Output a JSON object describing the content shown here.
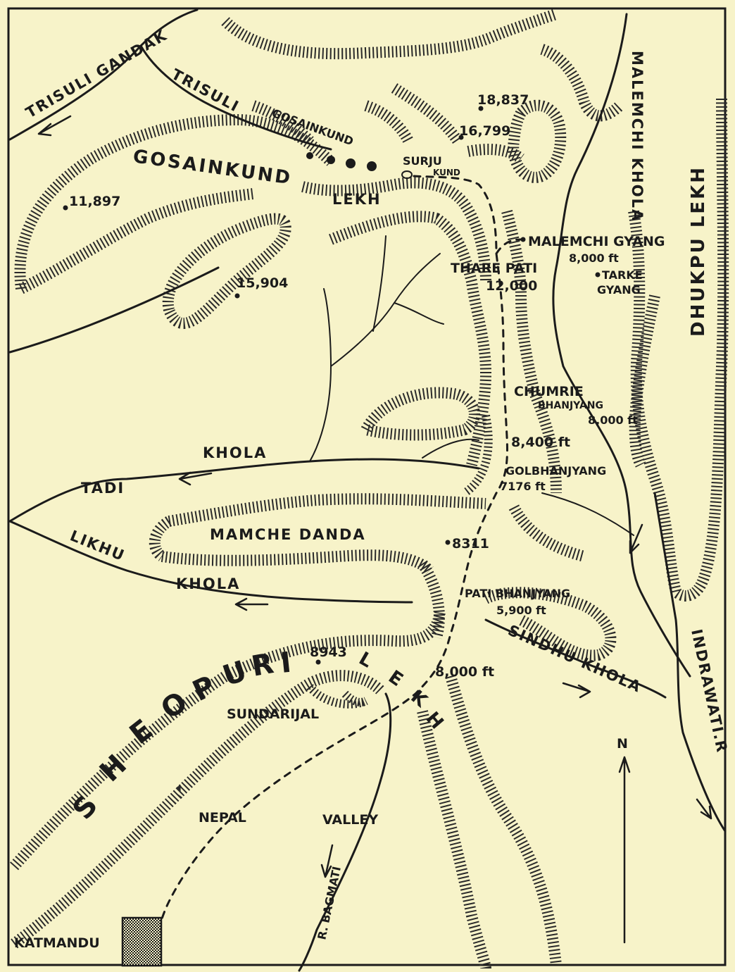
{
  "map": {
    "rivers": {
      "trisuli_gandak": "TRISULI GANDAK",
      "trisuli": "TRISULI",
      "malemchi_khola": "MALEMCHI KHOLA",
      "tadi": "TADI",
      "tadi_khola": "KHOLA",
      "likhu": "LIKHU",
      "likhu_khola": "KHOLA",
      "sindhu_khola": "SINDHU KHOLA",
      "indrawati": "INDRAWATI.R",
      "bagmati": "R. BAGMATI"
    },
    "ranges": {
      "gosainkund": "GOSAINKUND",
      "gosainkund_lekh": "LEKH",
      "dhukpu_lekh": "DHUKPU LEKH",
      "mamche_danda": "MAMCHE DANDA",
      "sheopuri": [
        "S",
        "H",
        "E",
        "O",
        "P",
        "U",
        "R",
        "I"
      ],
      "sheopuri_lekh": [
        "L",
        "E",
        "K",
        "H"
      ]
    },
    "lakes": {
      "gosainkund": "GOSAINKUND",
      "surju": "SURJU",
      "kund": "KUND"
    },
    "places": {
      "malemchi_gyang": "MALEMCHI GYANG",
      "malemchi_gyang_elev": "8,000 ft",
      "tarke": "TARKE",
      "gyang": "GYANG",
      "thare_pati": "THARE PATI",
      "thare_pati_elev": "12,000",
      "chumrie": "CHUMRIE",
      "bhanjyang": "BHANJYANG",
      "chumrie_elev": "8,000 ft",
      "gol_bhanjyang": "GOLBHANJYANG",
      "gol_bhanjyang_elev": "7176 ft",
      "pati_bhanjyang": "PATI BHANJYANG",
      "pati_bhanjyang_elev": "5,900 ft",
      "sundarijal": "SUNDARIJAL",
      "nepal": "NEPAL",
      "valley": "VALLEY",
      "katmandu": "KATMANDU"
    },
    "elevations": {
      "e18837": "18,837",
      "e16799": "16,799",
      "e11897": "11,897",
      "e15904": "15,904",
      "e8400": "8,400 ft",
      "e8311": "8311",
      "e8943": "8943",
      "e8000": "8,000 ft"
    },
    "north": "N"
  }
}
